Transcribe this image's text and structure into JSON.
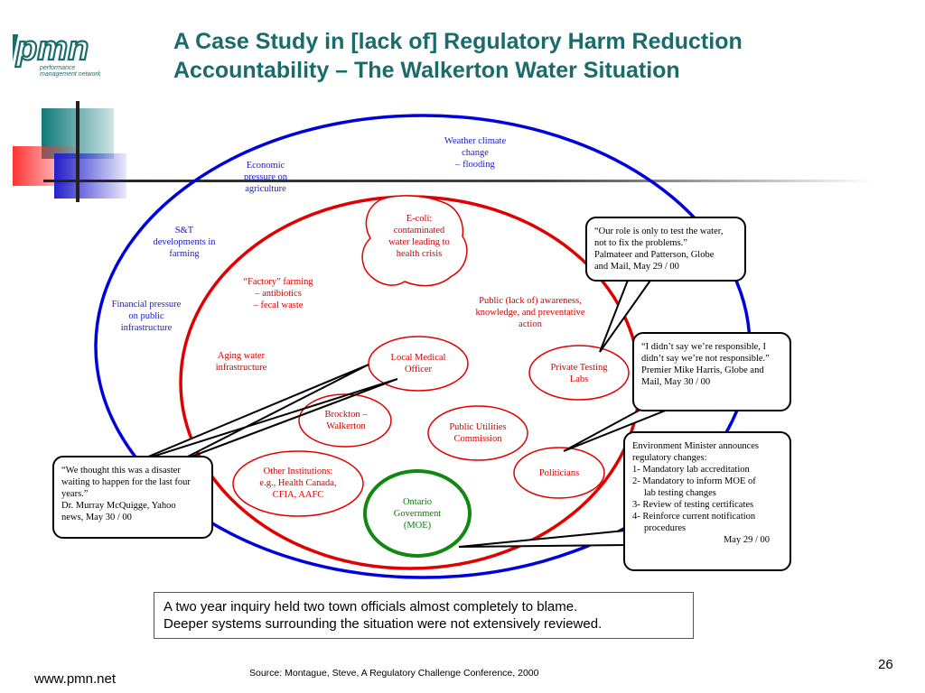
{
  "logo": {
    "mark": "pmn",
    "sub_line1": "performance",
    "sub_line2": "management network"
  },
  "title": {
    "line1": "A Case Study in [lack of] Regulatory Harm Reduction",
    "line2": "Accountability – The Walkerton Water Situation"
  },
  "outer_labels": {
    "weather": [
      "Weather climate",
      "change",
      "– flooding"
    ],
    "economic": [
      "Economic",
      "pressure on",
      "agriculture"
    ],
    "st": [
      "S&T",
      "developments in",
      "farming"
    ],
    "financial": [
      "Financial pressure",
      "on public",
      "infrastructure"
    ]
  },
  "inner_labels": {
    "factory": [
      "“Factory” farming",
      "– antibiotics",
      "– fecal waste"
    ],
    "aging": [
      "Aging water",
      "infrastructure"
    ],
    "public_awareness": [
      "Public (lack of) awareness,",
      "knowledge, and preventative",
      "action"
    ]
  },
  "nodes": {
    "ecoli": [
      "E-coli:",
      "contaminated",
      "water leading to",
      "health crisis"
    ],
    "local_medical": [
      "Local Medical",
      "Officer"
    ],
    "private_labs": [
      "Private Testing",
      "Labs"
    ],
    "brockton": [
      "Brockton –",
      "Walkerton"
    ],
    "puc": [
      "Public Utilities",
      "Commission"
    ],
    "other_inst": [
      "Other Institutions:",
      "e.g., Health Canada,",
      "CFIA, AAFC"
    ],
    "politicians": [
      "Politicians"
    ],
    "ontario": [
      "Ontario",
      "Government",
      "(MOE)"
    ]
  },
  "callouts": {
    "labs_quote": [
      "“Our role is only to test the water,",
      "not to fix the problems.”",
      "Palmateer and Patterson, Globe",
      "and Mail, May 29 / 00"
    ],
    "harris_quote": [
      "“I didn’t say we’re responsible, I",
      "didn’t say we’re not responsible.”",
      "Premier Mike Harris, Globe and",
      "Mail, May 30 / 00"
    ],
    "mcquigge_quote": [
      "“We thought this was a disaster",
      "waiting to happen for the last four",
      "years.”",
      "Dr. Murray McQuigge, Yahoo",
      "news, May 30 / 00"
    ],
    "minister": {
      "intro": [
        "Environment Minister announces",
        "regulatory changes:"
      ],
      "items": [
        [
          "1- Mandatory lab accreditation"
        ],
        [
          "2- Mandatory to inform MOE of",
          "lab testing changes"
        ],
        [
          "3- Review of testing certificates"
        ],
        [
          "4- Reinforce current notification",
          "procedures"
        ]
      ],
      "date": "May 29 / 00"
    }
  },
  "summary": [
    "A two year inquiry held two town officials almost completely to blame.",
    "Deeper systems surrounding the situation were not extensively reviewed."
  ],
  "footer": {
    "url": "www.pmn.net",
    "source": "Source:  Montague, Steve, A Regulatory Challenge Conference, 2000",
    "page": "26"
  },
  "colors": {
    "title": "#1a6b6b",
    "outer_ring": "#0000dd",
    "inner_ring": "#e00000",
    "ontario_ring": "#118811",
    "teal": "#0f7a7a",
    "red_block": "#ff3333",
    "blue_block": "#2222cc"
  }
}
